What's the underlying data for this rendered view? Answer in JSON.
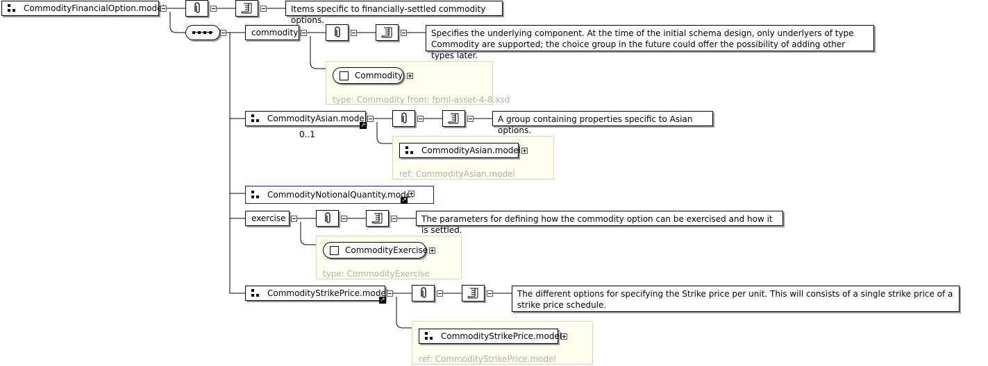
{
  "root": {
    "label": "CommodityFinancialOption.model",
    "doc": "Items specific to financially-settled commodity options."
  },
  "sequence": {
    "icon": "sequence-compositor-icon"
  },
  "commodity": {
    "label": "commodity",
    "doc": "Specifies the underlying component. At the time of the initial schema design, only underlyers of type Commodity are supported; the choice group in the future could offer the possibility of adding other types later.",
    "type_label": "Commodity",
    "type_info": "type: Commodity from: fpml-asset-4-8.xsd"
  },
  "asian": {
    "label": "CommodityAsian.model",
    "cardinality": "0..1",
    "doc": "A group containing properties specific to Asian options.",
    "ref_label": "CommodityAsian.model",
    "ref_info": "ref: CommodityAsian.model"
  },
  "notional": {
    "label": "CommodityNotionalQuantity.model"
  },
  "exercise": {
    "label": "exercise",
    "doc": "The parameters for defining how the commodity option can be exercised and how it is settled.",
    "type_label": "CommodityExercise",
    "type_info": "type: CommodityExercise"
  },
  "strike": {
    "label": "CommodityStrikePrice.model",
    "doc": "The different options for specifying the Strike price per unit. This will consists of a single strike price of a strike price schedule.",
    "ref_label": "CommodityStrikePrice.model",
    "ref_info": "ref: CommodityStrikePrice.model"
  },
  "colors": {
    "line": "#000000",
    "typebox_bg": "#fffff0",
    "muted_text": "#b0b0b0",
    "selection_border": "#1a1aa8"
  },
  "icons": {
    "group": "group-model-icon",
    "annotation": "annotation-icon",
    "documentation": "documentation-scroll-icon",
    "ref": "reference-arrow-icon"
  }
}
